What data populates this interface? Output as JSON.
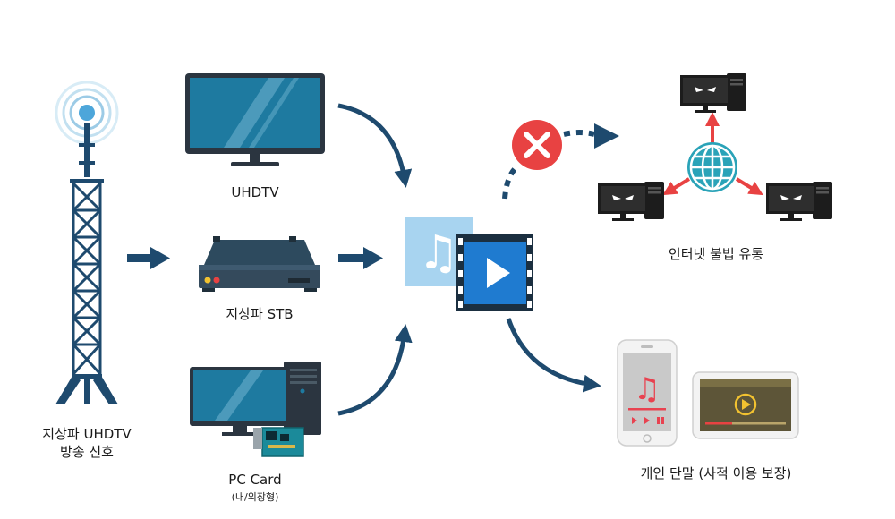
{
  "labels": {
    "tower_line1": "지상파 UHDTV",
    "tower_line2": "방송 신호",
    "uhdtv": "UHDTV",
    "stb": "지상파 STB",
    "pccard": "PC Card",
    "pccard_sub": "(내/외장형)",
    "illegal": "인터넷 불법 유통",
    "personal": "개인 단말 (사적 이용 보장)"
  },
  "colors": {
    "navy": "#1e4a6e",
    "screen_teal": "#1e7aa0",
    "blocked_red": "#e84242",
    "globe_teal": "#2aa3b8"
  },
  "icons": [
    "broadcast-tower-icon",
    "tv-icon",
    "set-top-box-icon",
    "pc-card-icon",
    "music-note-icon",
    "video-play-icon",
    "blocked-x-icon",
    "globe-icon",
    "hacker-computer-icon",
    "smartphone-icon",
    "tablet-icon"
  ]
}
